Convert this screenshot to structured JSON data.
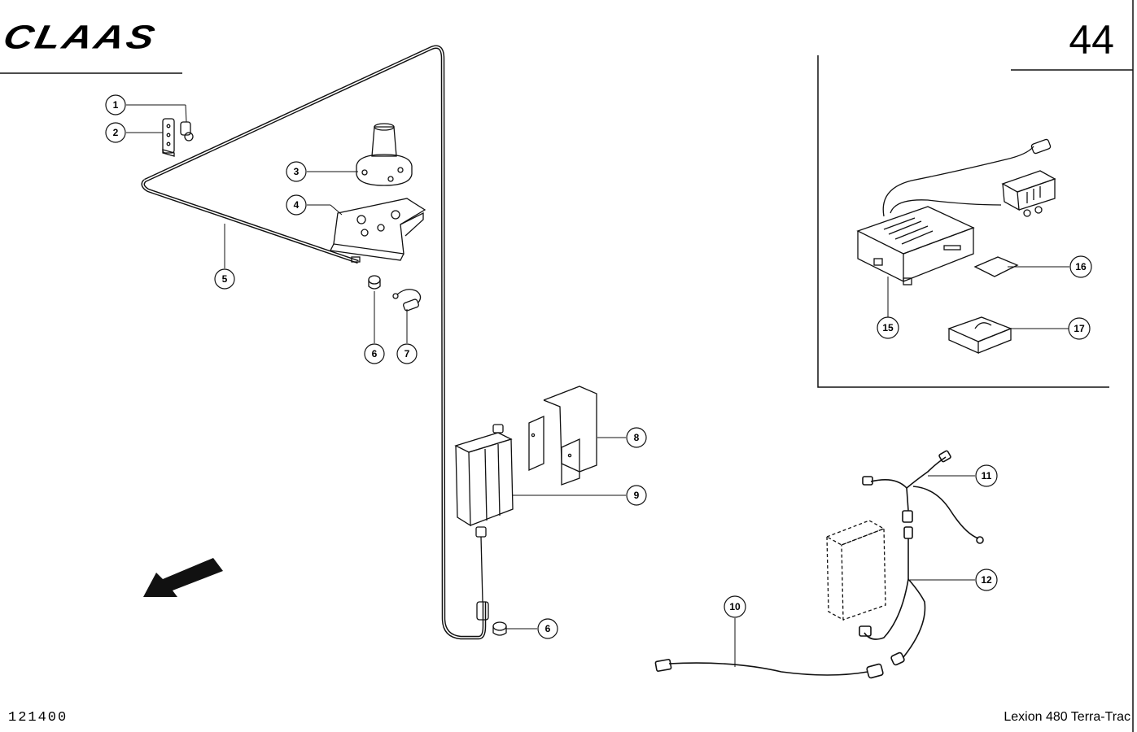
{
  "header": {
    "brand": "CLAAS",
    "page_number": "44"
  },
  "footer": {
    "document_number": "121400",
    "model": "Lexion 480 Terra-Trac"
  },
  "callouts": [
    {
      "id": "c1",
      "label": "1"
    },
    {
      "id": "c2",
      "label": "2"
    },
    {
      "id": "c3",
      "label": "3"
    },
    {
      "id": "c4",
      "label": "4"
    },
    {
      "id": "c5",
      "label": "5"
    },
    {
      "id": "c6a",
      "label": "6"
    },
    {
      "id": "c7",
      "label": "7"
    },
    {
      "id": "c8",
      "label": "8"
    },
    {
      "id": "c9",
      "label": "9"
    },
    {
      "id": "c6b",
      "label": "6"
    },
    {
      "id": "c10",
      "label": "10"
    },
    {
      "id": "c11",
      "label": "11"
    },
    {
      "id": "c12",
      "label": "12"
    },
    {
      "id": "c15",
      "label": "15"
    },
    {
      "id": "c16",
      "label": "16"
    },
    {
      "id": "c17",
      "label": "17"
    }
  ]
}
